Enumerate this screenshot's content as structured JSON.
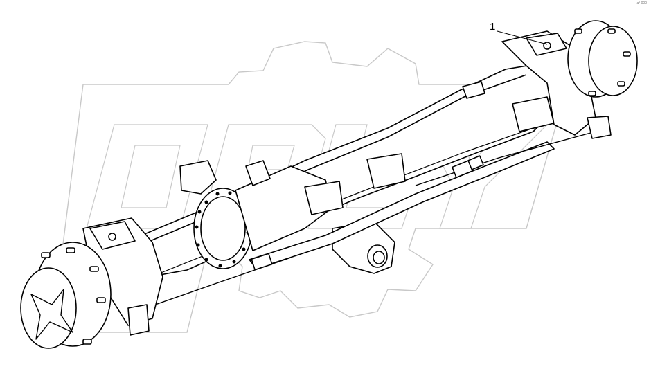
{
  "diagram": {
    "callouts": [
      {
        "label": "1"
      }
    ],
    "corner_mark": "a° 000",
    "watermark": {
      "text": "ORLY",
      "style": "outlined gear logo"
    },
    "colors": {
      "line": "#000000",
      "watermark": "#c8c8c8",
      "background": "#ffffff"
    }
  }
}
